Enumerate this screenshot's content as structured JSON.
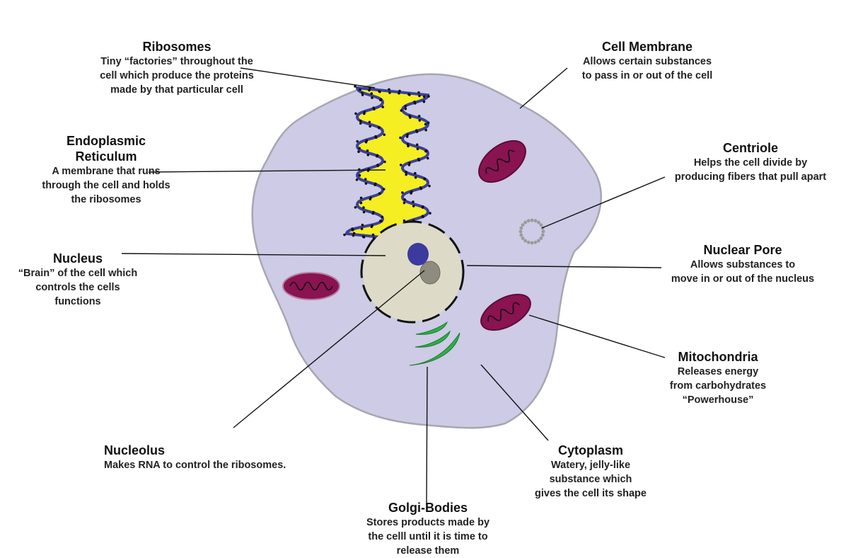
{
  "colors": {
    "cytoplasm": "#cdcbe6",
    "membrane": "#a7a6b1",
    "er_fill": "#f4ee22",
    "er_outline": "#3b3f9a",
    "nucleus": "#dddbc7",
    "nucleolus_dark": "#3c3a9e",
    "nucleolus_gray": "#8e8b7f",
    "mitochondria": "#8a1352",
    "mito_outline": "#5e0c38",
    "golgi": "#2fae47",
    "centriole": "#9a9a9a"
  },
  "labels": {
    "ribosomes": {
      "title": "Ribosomes",
      "desc": "Tiny “factories” throughout the\ncell which produce the proteins\nmade by that particular cell"
    },
    "er": {
      "title_line1": "Endoplasmic",
      "title_line2": "Reticulum",
      "desc": "A membrane that runs\nthrough the cell and holds\nthe ribosomes"
    },
    "nucleus": {
      "title": "Nucleus",
      "desc": "“Brain” of the cell which\ncontrols the cells\nfunctions"
    },
    "nucleolus": {
      "title": "Nucleolus",
      "desc": "Makes RNA to control the ribosomes."
    },
    "golgi": {
      "title": "Golgi-Bodies",
      "desc": "Stores products made by\nthe celll until it is time to\nrelease them"
    },
    "cytoplasm": {
      "title": "Cytoplasm",
      "desc": "Watery, jelly-like\nsubstance which\ngives the cell its shape"
    },
    "mitochondria": {
      "title": "Mitochondria",
      "desc": "Releases energy\nfrom carbohydrates\n“Powerhouse”"
    },
    "nuclear_pore": {
      "title": "Nuclear Pore",
      "desc": "Allows substances to\nmove in or out of the nucleus"
    },
    "centriole": {
      "title": "Centriole",
      "desc": "Helps the cell divide by\nproducing  fibers that pull apart"
    },
    "cell_membrane": {
      "title": "Cell Membrane",
      "desc": "Allows certain substances\nto pass in or out of the cell"
    }
  }
}
